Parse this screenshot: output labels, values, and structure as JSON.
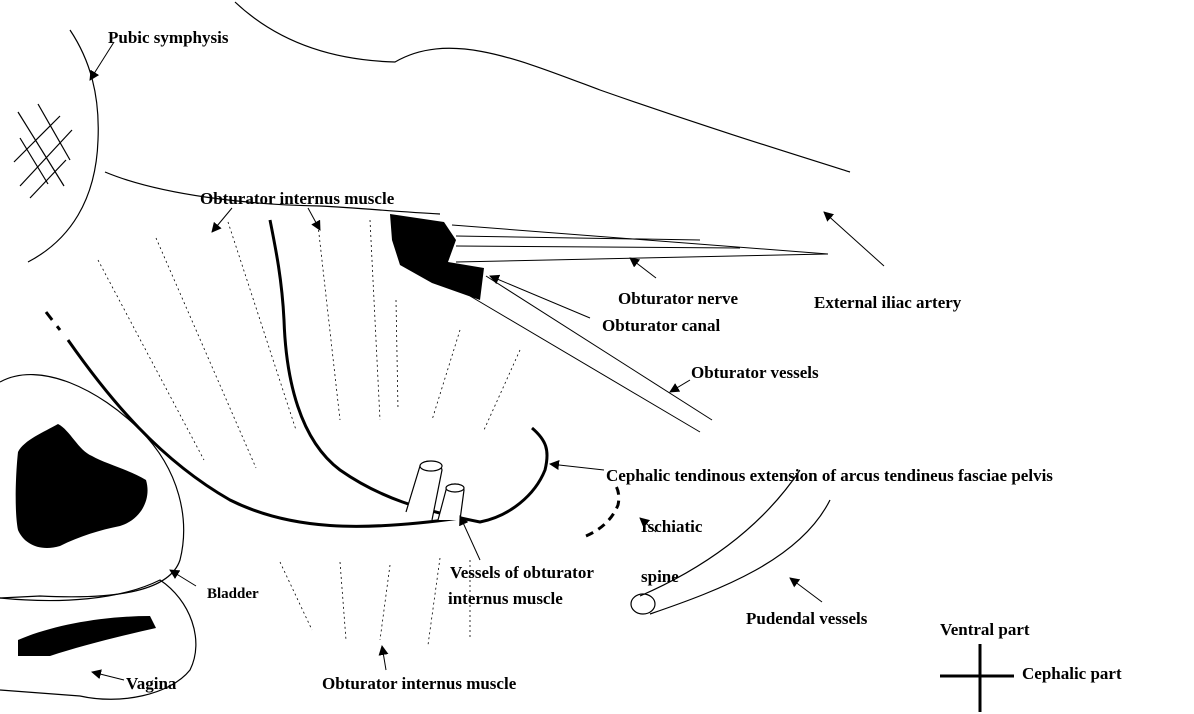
{
  "diagram": {
    "labels": {
      "pubic_symphysis": "Pubic symphysis",
      "obturator_internus_top": "Obturator internus muscle",
      "obturator_nerve": "Obturator nerve",
      "obturator_canal": "Obturator canal",
      "external_iliac_artery": "External iliac artery",
      "obturator_vessels": "Obturator vessels",
      "cephalic_tendinous": "Cephalic tendinous extension of arcus tendineus fasciae pelvis",
      "ischiatic_spine_line1": "Ischiatic",
      "ischiatic_spine_line2": "spine",
      "vessels_obturator_line1": "Vessels of obturator",
      "vessels_obturator_line2": "internus muscle",
      "bladder": "Bladder",
      "vagina": "Vagina",
      "obturator_internus_bottom": "Obturator internus muscle",
      "pudendal_vessels": "Pudendal vessels"
    },
    "orientation": {
      "ventral": "Ventral part",
      "cephalic": "Cephalic part"
    }
  }
}
